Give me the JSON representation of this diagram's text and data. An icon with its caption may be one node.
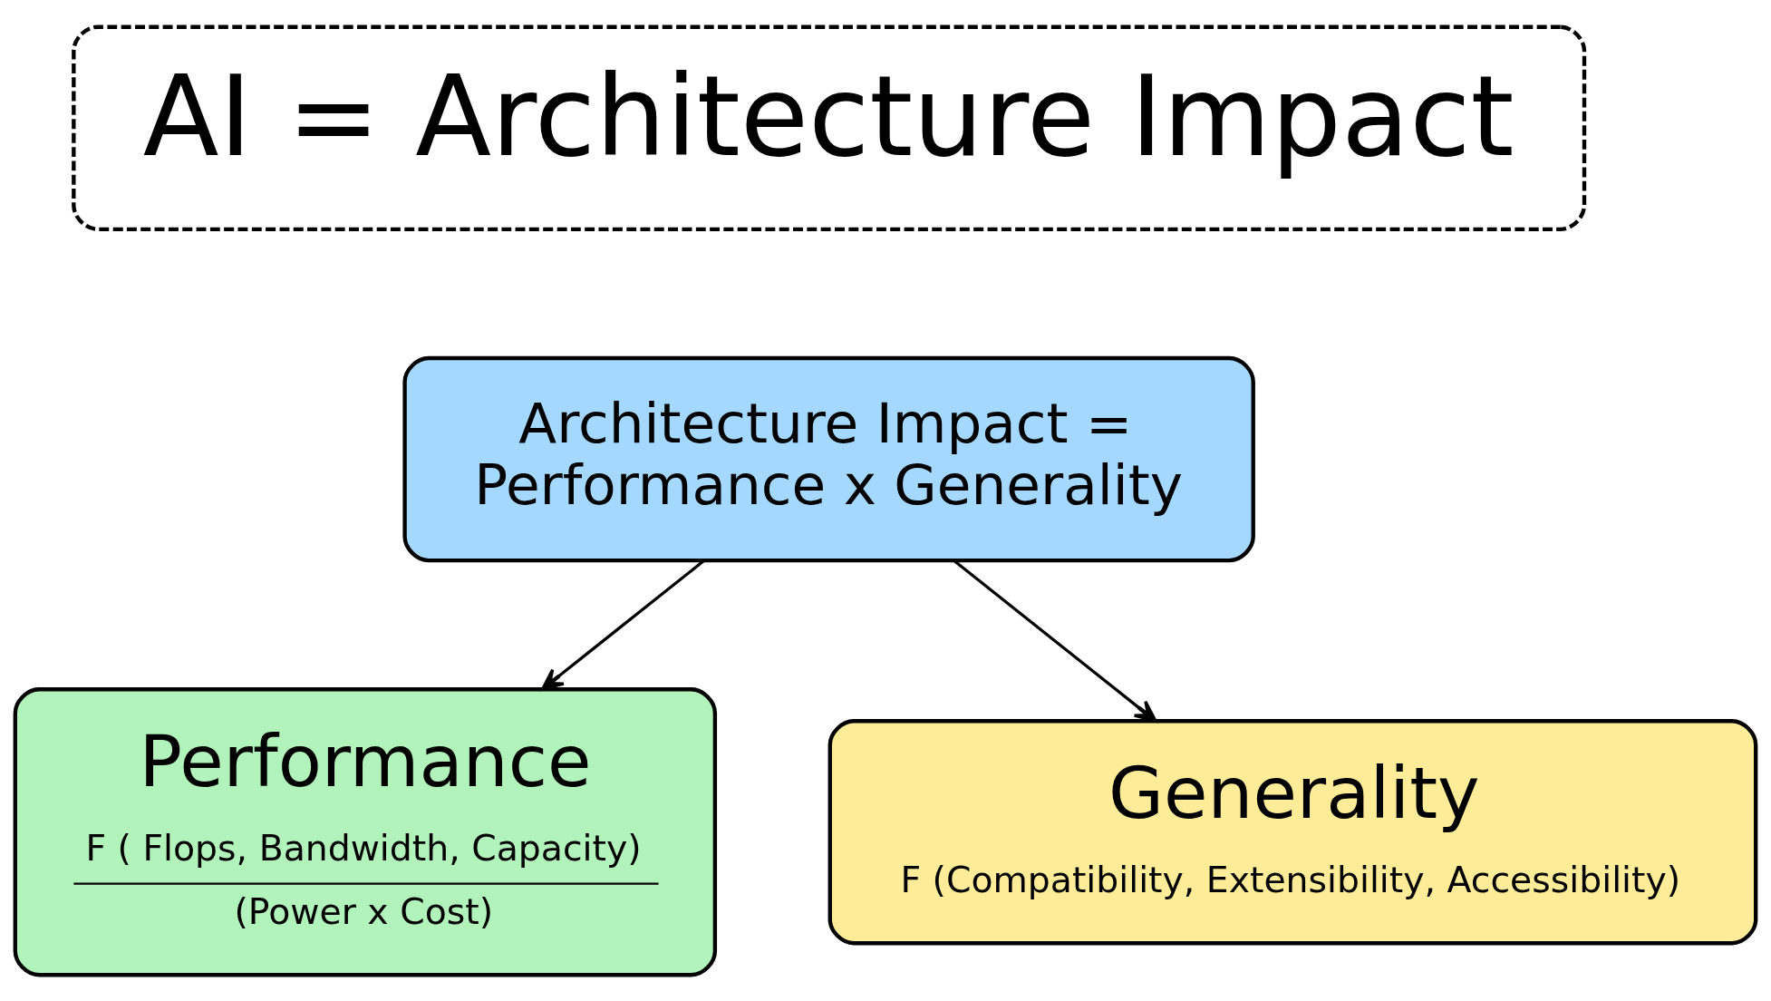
{
  "diagram": {
    "nodes": [
      {
        "text": [
          "AI = Architecture Impact"
        ]
      },
      {
        "text": [
          "Architecture Impact = Performance x Generality"
        ]
      },
      {
        "text": [
          "Performance",
          "F ( Flops, Bandwidth, Capacity)",
          "(Power x Cost)"
        ]
      },
      {
        "text": [
          "Generality",
          "F (Compatibility, Extensibility, Accessibility)"
        ]
      }
    ],
    "edges": [
      {
        "from": 1,
        "to": 2,
        "arrow": "to"
      },
      {
        "from": 1,
        "to": 3,
        "arrow": "to"
      }
    ]
  }
}
